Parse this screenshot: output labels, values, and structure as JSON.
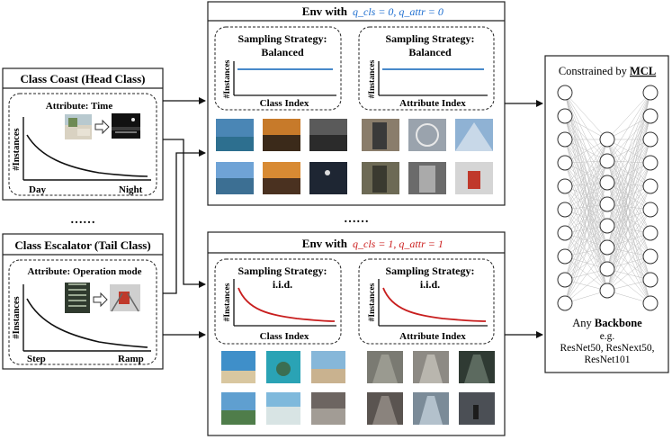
{
  "left": {
    "coast": {
      "title": "Class Coast (Head Class)",
      "attribute_label": "Attribute: Time",
      "y_label": "#Instances",
      "x_start": "Day",
      "x_end": "Night"
    },
    "ellipsis": "……",
    "escalator": {
      "title": "Class Escalator (Tail Class)",
      "attribute_label": "Attribute:  Operation mode",
      "y_label": "#Instances",
      "x_start": "Step",
      "x_end": "Ramp"
    }
  },
  "env_top": {
    "title": "Env with",
    "formula": "q_cls = 0, q_attr = 0",
    "formula_color": "#1f6fd0",
    "panel_class": {
      "strategy": "Sampling Strategy:",
      "mode": "Balanced",
      "y_label": "#Instances",
      "x_label": "Class Index"
    },
    "panel_attr": {
      "strategy": "Sampling Strategy:",
      "mode": "Balanced",
      "y_label": "#Instances",
      "x_label": "Attribute Index"
    },
    "curve_color": "#2e78c2"
  },
  "middle_ellipsis": "……",
  "env_bottom": {
    "title": "Env with",
    "formula": "q_cls = 1, q_attr = 1",
    "formula_color": "#cc1f1f",
    "panel_class": {
      "strategy": "Sampling Strategy:",
      "mode": "i.i.d.",
      "y_label": "#Instances",
      "x_label": "Class Index"
    },
    "panel_attr": {
      "strategy": "Sampling Strategy:",
      "mode": "i.i.d.",
      "y_label": "#Instances",
      "x_label": "Attribute Index"
    },
    "curve_color": "#c81e1e"
  },
  "mcl": {
    "title_prefix": "Constrained by ",
    "title_bold": "MCL",
    "backbone_prefix": "Any ",
    "backbone_bold": "Backbone",
    "eg": "e.g.",
    "models_line1": "ResNet50, ResNext50,",
    "models_line2": "ResNet101"
  }
}
